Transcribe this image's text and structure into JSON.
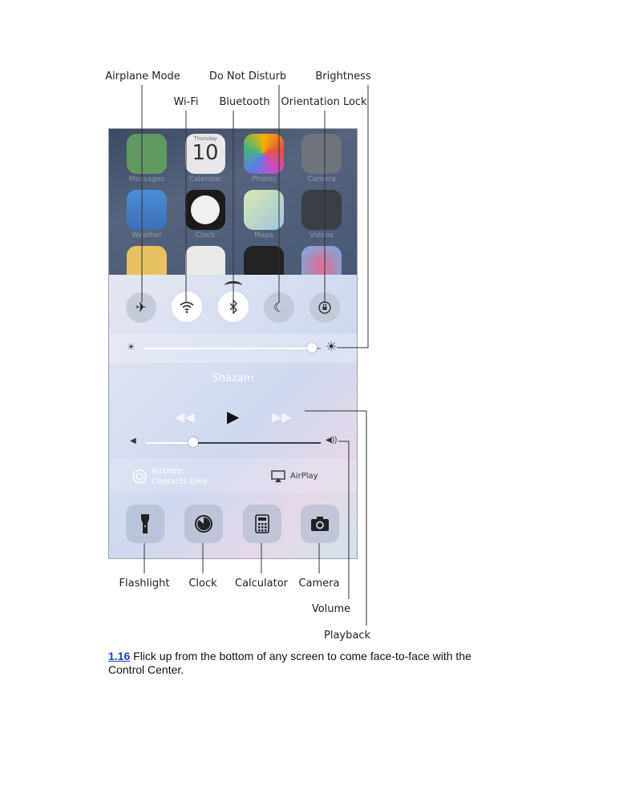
{
  "callouts": {
    "airplane_mode": "Airplane Mode",
    "do_not_disturb": "Do Not Disturb",
    "brightness": "Brightness",
    "wifi": "Wi-Fi",
    "bluetooth": "Bluetooth",
    "orientation_lock": "Orientation Lock",
    "flashlight": "Flashlight",
    "clock": "Clock",
    "calculator": "Calculator",
    "camera": "Camera",
    "volume": "Volume",
    "playback": "Playback"
  },
  "home_screen": {
    "apps": [
      "Messages",
      "Calendar",
      "Photos",
      "Camera",
      "Weather",
      "Clock",
      "Maps",
      "Videos"
    ],
    "calendar_day": "Thursday",
    "calendar_date": "10"
  },
  "control_center": {
    "toggles": [
      {
        "id": "airplane",
        "icon": "airplane-icon",
        "on": false
      },
      {
        "id": "wifi",
        "icon": "wifi-icon",
        "on": true
      },
      {
        "id": "bluetooth",
        "icon": "bluetooth-icon",
        "on": true
      },
      {
        "id": "do-not-disturb",
        "icon": "moon-icon",
        "on": false
      },
      {
        "id": "orientation-lock",
        "icon": "rotation-lock-icon",
        "on": false
      }
    ],
    "brightness_level": 0.95,
    "now_playing": "Shazam",
    "volume_level": 0.27,
    "airdrop_line1": "AirDrop:",
    "airdrop_line2": "Contacts Only",
    "airplay": "AirPlay"
  },
  "caption": {
    "figure_number": "1.16",
    "text": " Flick up from the bottom of any screen to come face-to-face with the Control Center."
  },
  "colors": {
    "link": "#1a3fc7",
    "toggle_on": "#ffffff",
    "home_background": "#485873"
  }
}
